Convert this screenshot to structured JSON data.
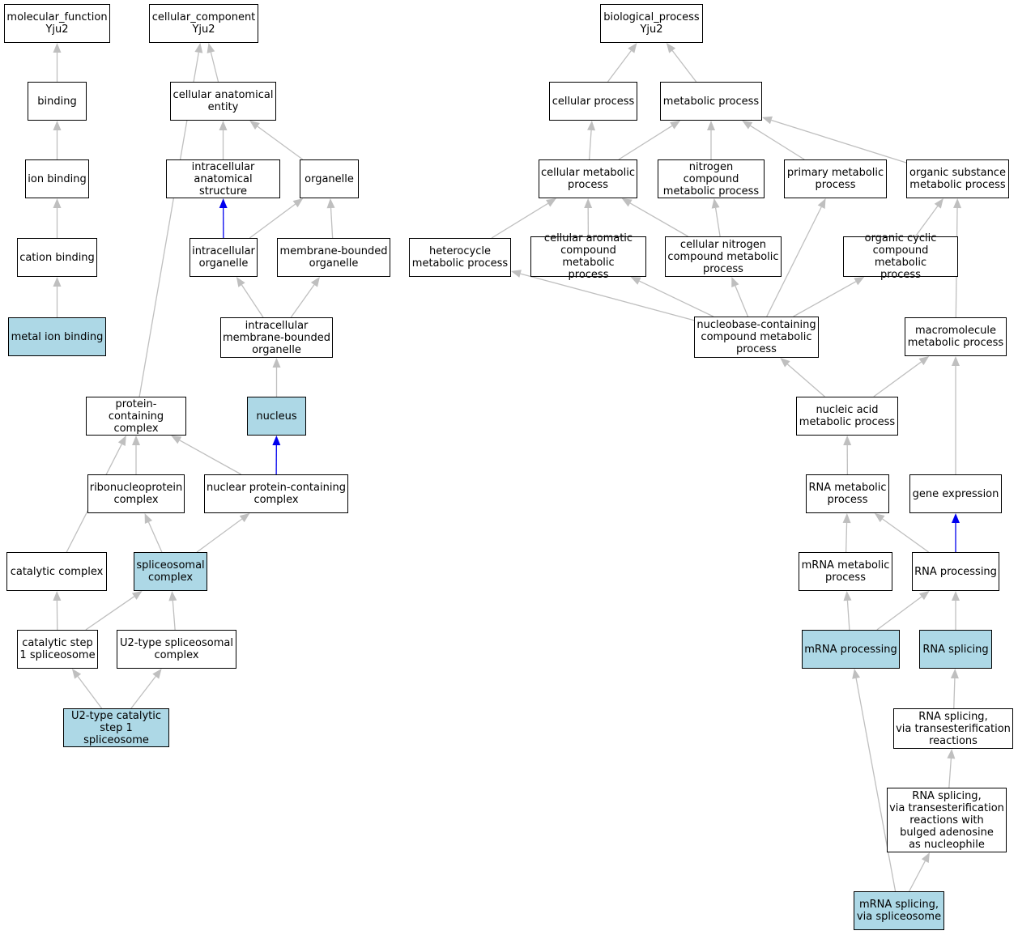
{
  "colors": {
    "highlight": "#add8e6",
    "edge": "#bfbfbf",
    "edge_strong": "#0000ee",
    "border": "#000000"
  },
  "nodes": {
    "mf": {
      "label": "molecular_function\nYju2",
      "highlighted": false
    },
    "binding": {
      "label": "binding",
      "highlighted": false
    },
    "ion_binding": {
      "label": "ion binding",
      "highlighted": false
    },
    "cation_binding": {
      "label": "cation binding",
      "highlighted": false
    },
    "metal_ion_binding": {
      "label": "metal ion binding",
      "highlighted": true
    },
    "cc": {
      "label": "cellular_component\nYju2",
      "highlighted": false
    },
    "cae": {
      "label": "cellular anatomical\nentity",
      "highlighted": false
    },
    "ias": {
      "label": "intracellular\nanatomical structure",
      "highlighted": false
    },
    "organelle": {
      "label": "organelle",
      "highlighted": false
    },
    "intra_org": {
      "label": "intracellular\norganelle",
      "highlighted": false
    },
    "mbo": {
      "label": "membrane-bounded\norganelle",
      "highlighted": false
    },
    "imbo": {
      "label": "intracellular\nmembrane-bounded\norganelle",
      "highlighted": false
    },
    "nucleus": {
      "label": "nucleus",
      "highlighted": true
    },
    "pcc": {
      "label": "protein-containing\ncomplex",
      "highlighted": false
    },
    "rnp": {
      "label": "ribonucleoprotein\ncomplex",
      "highlighted": false
    },
    "npcc": {
      "label": "nuclear protein-containing\ncomplex",
      "highlighted": false
    },
    "catalytic_complex": {
      "label": "catalytic complex",
      "highlighted": false
    },
    "spliceosomal": {
      "label": "spliceosomal\ncomplex",
      "highlighted": true
    },
    "cs1": {
      "label": "catalytic step\n1 spliceosome",
      "highlighted": false
    },
    "u2sc": {
      "label": "U2-type spliceosomal\ncomplex",
      "highlighted": false
    },
    "u2cs1": {
      "label": "U2-type catalytic\nstep 1 spliceosome",
      "highlighted": true
    },
    "bp": {
      "label": "biological_process\nYju2",
      "highlighted": false
    },
    "cellular_process": {
      "label": "cellular process",
      "highlighted": false
    },
    "metabolic_process": {
      "label": "metabolic process",
      "highlighted": false
    },
    "cmp": {
      "label": "cellular metabolic\nprocess",
      "highlighted": false
    },
    "ncmp": {
      "label": "nitrogen compound\nmetabolic process",
      "highlighted": false
    },
    "pmp": {
      "label": "primary metabolic\nprocess",
      "highlighted": false
    },
    "osmp": {
      "label": "organic substance\nmetabolic process",
      "highlighted": false
    },
    "hmp": {
      "label": "heterocycle\nmetabolic process",
      "highlighted": false
    },
    "cacmp": {
      "label": "cellular aromatic\ncompound metabolic\nprocess",
      "highlighted": false
    },
    "cncmp": {
      "label": "cellular nitrogen\ncompound metabolic\nprocess",
      "highlighted": false
    },
    "occmp": {
      "label": "organic cyclic\ncompound metabolic\nprocess",
      "highlighted": false
    },
    "nbcmp": {
      "label": "nucleobase-containing\ncompound metabolic\nprocess",
      "highlighted": false
    },
    "mmp": {
      "label": "macromolecule\nmetabolic process",
      "highlighted": false
    },
    "namp": {
      "label": "nucleic acid\nmetabolic process",
      "highlighted": false
    },
    "rnamp": {
      "label": "RNA metabolic\nprocess",
      "highlighted": false
    },
    "gene_expression": {
      "label": "gene expression",
      "highlighted": false
    },
    "mrnamp": {
      "label": "mRNA metabolic\nprocess",
      "highlighted": false
    },
    "rna_processing": {
      "label": "RNA processing",
      "highlighted": false
    },
    "mrna_processing": {
      "label": "mRNA processing",
      "highlighted": true
    },
    "rna_splicing": {
      "label": "RNA splicing",
      "highlighted": true
    },
    "rst": {
      "label": "RNA splicing,\nvia transesterification\nreactions",
      "highlighted": false
    },
    "rstb": {
      "label": "RNA splicing,\nvia transesterification\nreactions with\nbulged adenosine\nas nucleophile",
      "highlighted": false
    },
    "mrna_splicing": {
      "label": "mRNA splicing,\nvia spliceosome",
      "highlighted": true
    }
  },
  "edges": [
    {
      "from": "binding",
      "to": "mf",
      "strong": false
    },
    {
      "from": "ion_binding",
      "to": "binding",
      "strong": false
    },
    {
      "from": "cation_binding",
      "to": "ion_binding",
      "strong": false
    },
    {
      "from": "metal_ion_binding",
      "to": "cation_binding",
      "strong": false
    },
    {
      "from": "cae",
      "to": "cc",
      "strong": false
    },
    {
      "from": "pcc",
      "to": "cc",
      "strong": false
    },
    {
      "from": "ias",
      "to": "cae",
      "strong": false
    },
    {
      "from": "organelle",
      "to": "cae",
      "strong": false
    },
    {
      "from": "intra_org",
      "to": "ias",
      "strong": true
    },
    {
      "from": "intra_org",
      "to": "organelle",
      "strong": false
    },
    {
      "from": "mbo",
      "to": "organelle",
      "strong": false
    },
    {
      "from": "imbo",
      "to": "intra_org",
      "strong": false
    },
    {
      "from": "imbo",
      "to": "mbo",
      "strong": false
    },
    {
      "from": "nucleus",
      "to": "imbo",
      "strong": false
    },
    {
      "from": "npcc",
      "to": "nucleus",
      "strong": true
    },
    {
      "from": "npcc",
      "to": "pcc",
      "strong": false
    },
    {
      "from": "rnp",
      "to": "pcc",
      "strong": false
    },
    {
      "from": "catalytic_complex",
      "to": "pcc",
      "strong": false
    },
    {
      "from": "spliceosomal",
      "to": "rnp",
      "strong": false
    },
    {
      "from": "spliceosomal",
      "to": "npcc",
      "strong": false
    },
    {
      "from": "cs1",
      "to": "catalytic_complex",
      "strong": false
    },
    {
      "from": "cs1",
      "to": "spliceosomal",
      "strong": false
    },
    {
      "from": "u2sc",
      "to": "spliceosomal",
      "strong": false
    },
    {
      "from": "u2cs1",
      "to": "cs1",
      "strong": false
    },
    {
      "from": "u2cs1",
      "to": "u2sc",
      "strong": false
    },
    {
      "from": "cellular_process",
      "to": "bp",
      "strong": false
    },
    {
      "from": "metabolic_process",
      "to": "bp",
      "strong": false
    },
    {
      "from": "cmp",
      "to": "cellular_process",
      "strong": false
    },
    {
      "from": "cmp",
      "to": "metabolic_process",
      "strong": false
    },
    {
      "from": "ncmp",
      "to": "metabolic_process",
      "strong": false
    },
    {
      "from": "pmp",
      "to": "metabolic_process",
      "strong": false
    },
    {
      "from": "osmp",
      "to": "metabolic_process",
      "strong": false
    },
    {
      "from": "hmp",
      "to": "cmp",
      "strong": false
    },
    {
      "from": "cacmp",
      "to": "cmp",
      "strong": false
    },
    {
      "from": "cncmp",
      "to": "cmp",
      "strong": false
    },
    {
      "from": "cncmp",
      "to": "ncmp",
      "strong": false
    },
    {
      "from": "occmp",
      "to": "osmp",
      "strong": false
    },
    {
      "from": "nbcmp",
      "to": "hmp",
      "strong": false
    },
    {
      "from": "nbcmp",
      "to": "cacmp",
      "strong": false
    },
    {
      "from": "nbcmp",
      "to": "cncmp",
      "strong": false
    },
    {
      "from": "nbcmp",
      "to": "pmp",
      "strong": false
    },
    {
      "from": "nbcmp",
      "to": "occmp",
      "strong": false
    },
    {
      "from": "mmp",
      "to": "osmp",
      "strong": false
    },
    {
      "from": "namp",
      "to": "nbcmp",
      "strong": false
    },
    {
      "from": "namp",
      "to": "mmp",
      "strong": false
    },
    {
      "from": "rnamp",
      "to": "namp",
      "strong": false
    },
    {
      "from": "gene_expression",
      "to": "mmp",
      "strong": false
    },
    {
      "from": "mrnamp",
      "to": "rnamp",
      "strong": false
    },
    {
      "from": "rna_processing",
      "to": "rnamp",
      "strong": false
    },
    {
      "from": "rna_processing",
      "to": "gene_expression",
      "strong": true
    },
    {
      "from": "mrna_processing",
      "to": "mrnamp",
      "strong": false
    },
    {
      "from": "mrna_processing",
      "to": "rna_processing",
      "strong": false
    },
    {
      "from": "rna_splicing",
      "to": "rna_processing",
      "strong": false
    },
    {
      "from": "rst",
      "to": "rna_splicing",
      "strong": false
    },
    {
      "from": "rstb",
      "to": "rst",
      "strong": false
    },
    {
      "from": "mrna_splicing",
      "to": "rstb",
      "strong": false
    },
    {
      "from": "mrna_splicing",
      "to": "mrna_processing",
      "strong": false
    }
  ]
}
